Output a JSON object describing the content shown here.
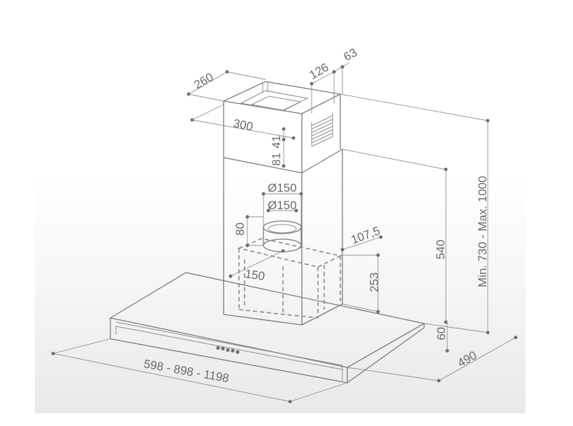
{
  "dimensions": {
    "top_depth": "260",
    "top_width": "300",
    "top_offset_a": "126",
    "top_offset_b": "63",
    "bracket_height_a": "41",
    "bracket_height_b": "81",
    "duct_diameter_outer": "Ø150",
    "duct_diameter_inner": "Ø150",
    "duct_height": "80",
    "motor_offset": "107,5",
    "motor_width": "150",
    "motor_height": "253",
    "chimney_height": "540",
    "total_height_range": "Min. 730 - Max. 1000",
    "hood_thickness": "60",
    "hood_depth": "490",
    "hood_width_options": "598 - 898 - 1198"
  },
  "colors": {
    "line": "#7b7b7b",
    "text": "#6a6a6a",
    "background_band": "#ececec"
  }
}
